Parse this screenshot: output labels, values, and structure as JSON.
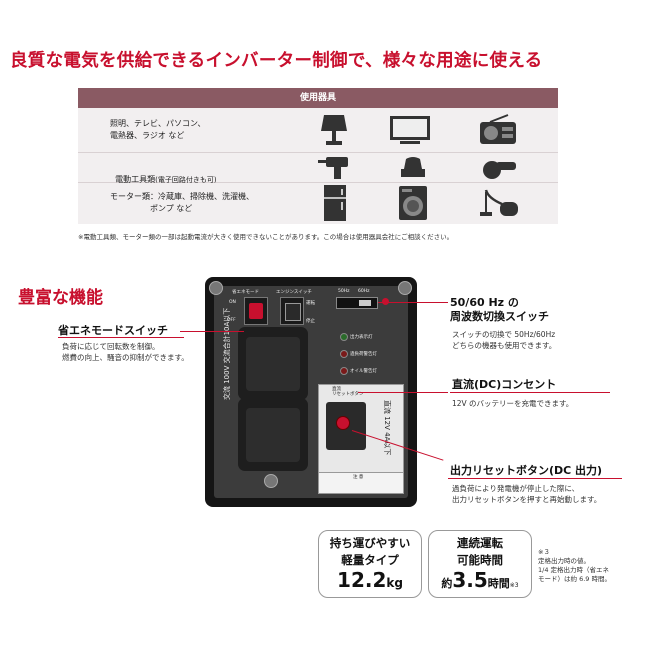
{
  "headline": "良質な電気を供給できるインバーター制御で、様々な用途に使える",
  "table": {
    "header": "使用器具",
    "rows": [
      {
        "label": "照明、テレビ、パソコン、\n電熱器、ラジオ など",
        "icons": [
          "lamp-icon",
          "tv-icon",
          "radio-icon"
        ]
      },
      {
        "label": "電動工具類",
        "sublabel": "(電子回路付きも可)",
        "icons": [
          "drill-icon",
          "sander-icon",
          "grinder-icon"
        ]
      },
      {
        "label": "モーター類：冷蔵庫、掃除機、洗濯機、\n　　　　　ポンプ など",
        "icons": [
          "fridge-icon",
          "washer-icon",
          "vacuum-icon"
        ]
      }
    ],
    "footnote": "※電動工具類、モーター類の一部は起動電流が大きく使用できないことがあります。この場合は使用器具会社にご相談ください。"
  },
  "features": {
    "title": "豊富な機能",
    "eco": {
      "title": "省エネモードスイッチ",
      "desc": "負荷に応じて回転数を制御。\n燃費の向上、騒音の抑制ができます。"
    },
    "freq": {
      "title": "50/60 Hz の\n周波数切換スイッチ",
      "desc": "スイッチの切換で 50Hz/60Hz\nどちらの機器も使用できます。"
    },
    "dc": {
      "title": "直流(DC)コンセント",
      "desc": "12V のバッテリーを充電できます。"
    },
    "reset": {
      "title": "出力リセットボタン(DC 出力)",
      "desc": "過負荷により発電機が停止した際に、\n出力リセットボタンを押すと再始動します。"
    }
  },
  "panel": {
    "eco_label": "省エネモード",
    "engine_label": "エンジンスイッチ",
    "on": "ON",
    "off": "OFF",
    "run": "運転",
    "stop": "停止",
    "hz50": "50Hz",
    "hz60": "60Hz",
    "ind_output": "出力表示灯",
    "ind_overload": "過負荷警告灯",
    "ind_oil": "オイル警告灯",
    "ac_text": "交流 100V 交流合計10A以下",
    "dc_text": "直流 12V 4A以下",
    "reset_label": "直流\nリセットボタン",
    "caution": "注 意"
  },
  "specs": {
    "weight": {
      "line1": "持ち運びやすい",
      "line2": "軽量タイプ",
      "value": "12.2",
      "unit": "kg"
    },
    "runtime": {
      "line1": "連続運転",
      "line2": "可能時間",
      "prefix": "約",
      "value": "3.5",
      "unit": "時間",
      "note_mark": "※3"
    },
    "note": "※３\n定格出力時の値。\n1/4 定格出力時（省エネ\nモード）は約 6.9 時間。"
  },
  "colors": {
    "accent": "#c8102e",
    "table_header": "#8a5a63",
    "table_bg": "#f2eff0"
  }
}
